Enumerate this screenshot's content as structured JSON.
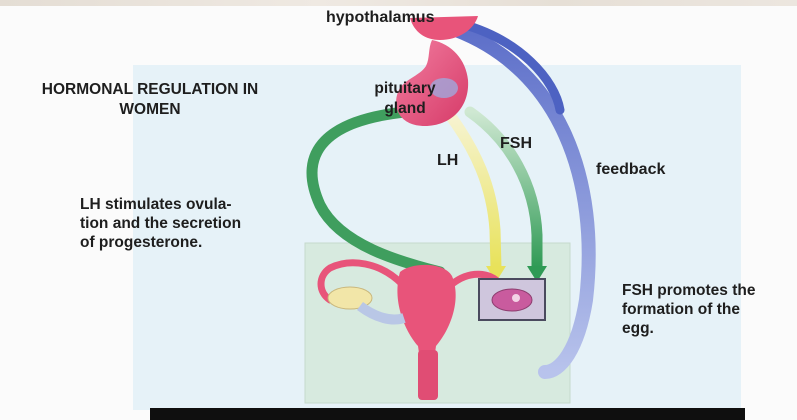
{
  "title": "HORMONAL REGULATION IN\nWOMEN",
  "labels": {
    "hypothalamus": "hypothalamus",
    "pituitary": "pituitary\ngland",
    "fsh": "FSH",
    "lh": "LH",
    "feedback": "feedback"
  },
  "descriptions": {
    "lh": "LH stimulates ovula-\ntion and the secretion\nof progesterone.",
    "fsh": "FSH promotes the\nformation of the\negg."
  },
  "colors": {
    "panel": "#e6f2f8",
    "organ_box": "#d7eadf",
    "lh_arrow": "#e9e46a",
    "fsh_arrow": "#3f9e5e",
    "feedback_arrow": "#7d8fd0",
    "gland": "#e8547a"
  }
}
